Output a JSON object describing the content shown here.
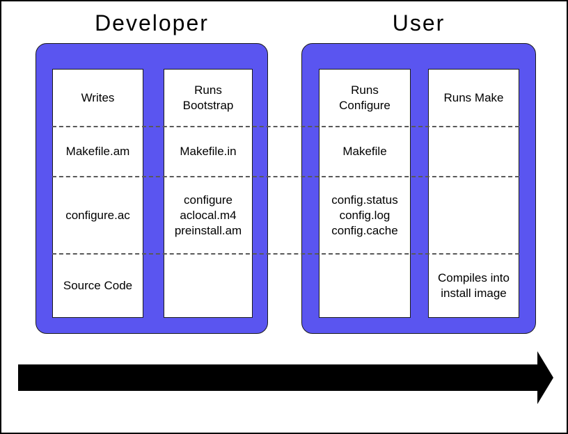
{
  "groups": [
    {
      "title": "Developer",
      "columns": [
        {
          "rows": [
            "Writes",
            "Makefile.am",
            "configure.ac",
            "Source Code"
          ]
        },
        {
          "rows": [
            "Runs\nBootstrap",
            "Makefile.in",
            "configure\naclocal.m4\npreinstall.am",
            ""
          ]
        }
      ]
    },
    {
      "title": "User",
      "columns": [
        {
          "rows": [
            "Runs\nConfigure",
            "Makefile",
            "config.status\nconfig.log\nconfig.cache",
            ""
          ]
        },
        {
          "rows": [
            "Runs Make",
            "",
            "",
            "Compiles into\ninstall image"
          ]
        }
      ]
    }
  ],
  "colors": {
    "frame": "#5a55f0",
    "dash": "#595959",
    "arrow": "#000000",
    "cell_background": "#ffffff",
    "text": "#000000"
  }
}
